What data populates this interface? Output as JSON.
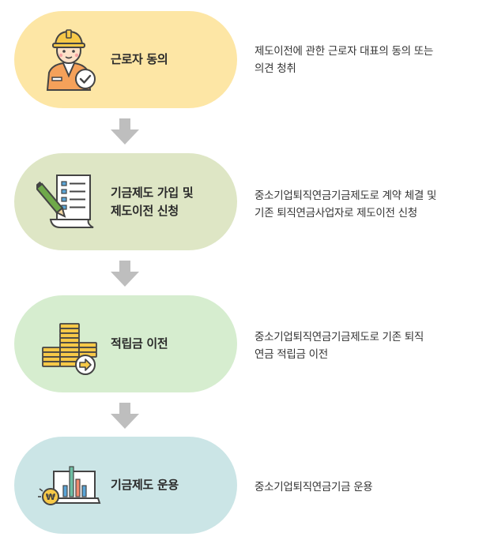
{
  "colors": {
    "step1": "#FDE6A5",
    "step2": "#DEE6C5",
    "step3": "#D6EDCF",
    "step4": "#CBE5E6",
    "arrow": "#BEBEBE"
  },
  "steps": [
    {
      "title": "근로자 동의",
      "icon": "worker-helmet-check-icon",
      "desc": "제도이전에 관한 근로자 대표의 동의 또는\n의견 청취"
    },
    {
      "title": "기금제도 가입 및\n제도이전 신청",
      "icon": "document-pen-icon",
      "desc": "중소기업퇴직연금기금제도로 계약 체결 및\n기존 퇴직연금사업자로 제도이전 신청"
    },
    {
      "title": "적립금 이전",
      "icon": "coins-transfer-icon",
      "desc": "중소기업퇴직연금기금제도로 기존 퇴직\n연금 적립금 이전"
    },
    {
      "title": "기금제도 운용",
      "icon": "monitor-chart-won-icon",
      "desc": "중소기업퇴직연금기금 운용"
    }
  ]
}
